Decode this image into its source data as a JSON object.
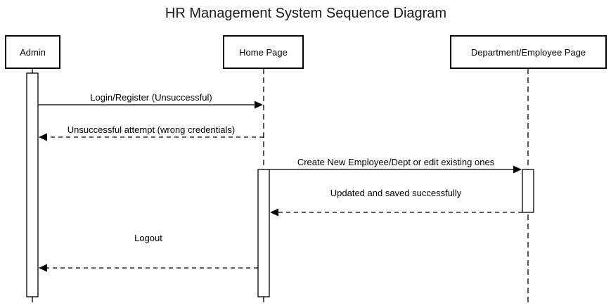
{
  "title": "HR Management System Sequence Diagram",
  "participants": [
    {
      "id": "admin",
      "label": "Admin"
    },
    {
      "id": "home",
      "label": "Home Page"
    },
    {
      "id": "dept",
      "label": "Department/Employee Page"
    }
  ],
  "messages": [
    {
      "from": "admin",
      "to": "home",
      "label": "Login/Register (Unsuccessful)",
      "style": "solid"
    },
    {
      "from": "home",
      "to": "admin",
      "label": "Unsuccessful attempt (wrong credentials)",
      "style": "dashed"
    },
    {
      "from": "home",
      "to": "dept",
      "label": "Create New Employee/Dept or edit existing ones",
      "style": "solid"
    },
    {
      "from": "dept",
      "to": "home",
      "label": "Updated and saved successfully",
      "style": "dashed"
    },
    {
      "from": "home",
      "to": "admin",
      "label": "Logout",
      "style": "dashed"
    }
  ]
}
